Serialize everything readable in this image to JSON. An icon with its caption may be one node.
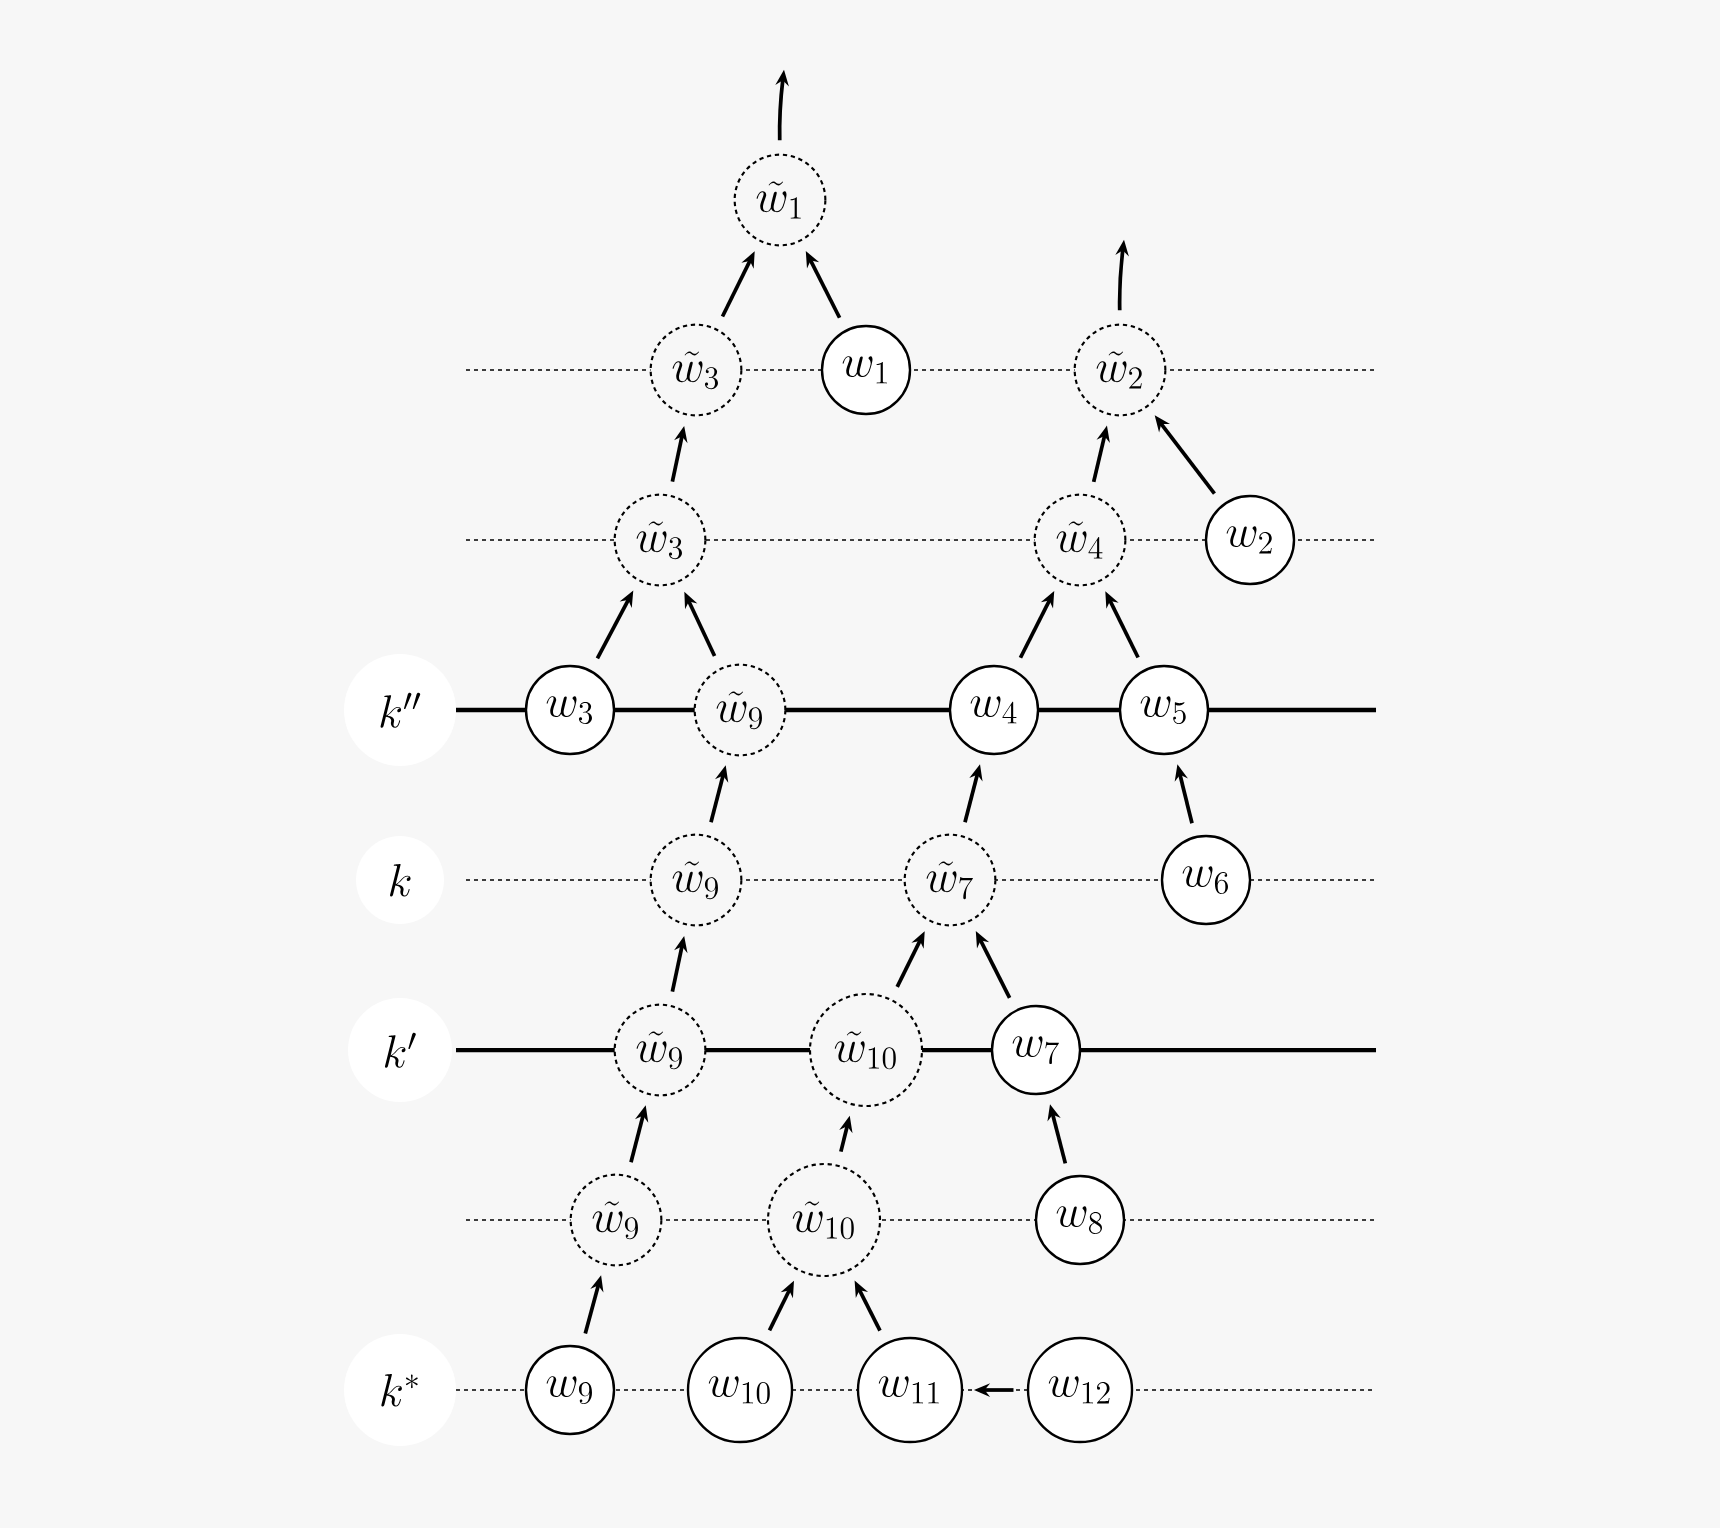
{
  "diagram": {
    "nodes": [
      {
        "text": [
          "\\tilde{w}_1"
        ]
      },
      {
        "text": [
          "\\tilde{w}_3"
        ]
      },
      {
        "text": [
          "w_1"
        ]
      },
      {
        "text": [
          "\\tilde{w}_2"
        ]
      },
      {
        "text": [
          "\\tilde{w}_3"
        ]
      },
      {
        "text": [
          "\\tilde{w}_4"
        ]
      },
      {
        "text": [
          "w_2"
        ]
      },
      {
        "text": [
          "k''"
        ]
      },
      {
        "text": [
          "w_3"
        ]
      },
      {
        "text": [
          "\\tilde{w}_9"
        ]
      },
      {
        "text": [
          "w_4"
        ]
      },
      {
        "text": [
          "w_5"
        ]
      },
      {
        "text": [
          "k"
        ]
      },
      {
        "text": [
          "\\tilde{w}_9"
        ]
      },
      {
        "text": [
          "\\tilde{w}_7"
        ]
      },
      {
        "text": [
          "w_6"
        ]
      },
      {
        "text": [
          "k'"
        ]
      },
      {
        "text": [
          "\\tilde{w}_9"
        ]
      },
      {
        "text": [
          "\\tilde{w}_{10}"
        ]
      },
      {
        "text": [
          "w_7"
        ]
      },
      {
        "text": [
          "\\tilde{w}_9"
        ]
      },
      {
        "text": [
          "\\tilde{w}_{10}"
        ]
      },
      {
        "text": [
          "w_8"
        ]
      },
      {
        "text": [
          "k^*"
        ]
      },
      {
        "text": [
          "w_9"
        ]
      },
      {
        "text": [
          "w_{10}"
        ]
      },
      {
        "text": [
          "w_{11}"
        ]
      },
      {
        "text": [
          "w_{12}"
        ]
      }
    ],
    "edges": [
      {
        "from": 0,
        "to": null,
        "arrow": "to"
      },
      {
        "from": 3,
        "to": null,
        "arrow": "to"
      },
      {
        "from": 1,
        "to": 0,
        "arrow": "to"
      },
      {
        "from": 2,
        "to": 0,
        "arrow": "to"
      },
      {
        "from": 4,
        "to": 1,
        "arrow": "to"
      },
      {
        "from": 5,
        "to": 3,
        "arrow": "to"
      },
      {
        "from": 6,
        "to": 3,
        "arrow": "to"
      },
      {
        "from": 8,
        "to": 4,
        "arrow": "to"
      },
      {
        "from": 9,
        "to": 4,
        "arrow": "to"
      },
      {
        "from": 10,
        "to": 5,
        "arrow": "to"
      },
      {
        "from": 11,
        "to": 5,
        "arrow": "to"
      },
      {
        "from": 13,
        "to": 9,
        "arrow": "to"
      },
      {
        "from": 14,
        "to": 10,
        "arrow": "to"
      },
      {
        "from": 15,
        "to": 11,
        "arrow": "to"
      },
      {
        "from": 17,
        "to": 13,
        "arrow": "to"
      },
      {
        "from": 18,
        "to": 14,
        "arrow": "to"
      },
      {
        "from": 19,
        "to": 14,
        "arrow": "to"
      },
      {
        "from": 20,
        "to": 17,
        "arrow": "to"
      },
      {
        "from": 21,
        "to": 18,
        "arrow": "to"
      },
      {
        "from": 22,
        "to": 19,
        "arrow": "to"
      },
      {
        "from": 24,
        "to": 20,
        "arrow": "to"
      },
      {
        "from": 25,
        "to": 21,
        "arrow": "to"
      },
      {
        "from": 26,
        "to": 21,
        "arrow": "to"
      },
      {
        "from": 27,
        "to": 26,
        "arrow": "to"
      }
    ]
  }
}
